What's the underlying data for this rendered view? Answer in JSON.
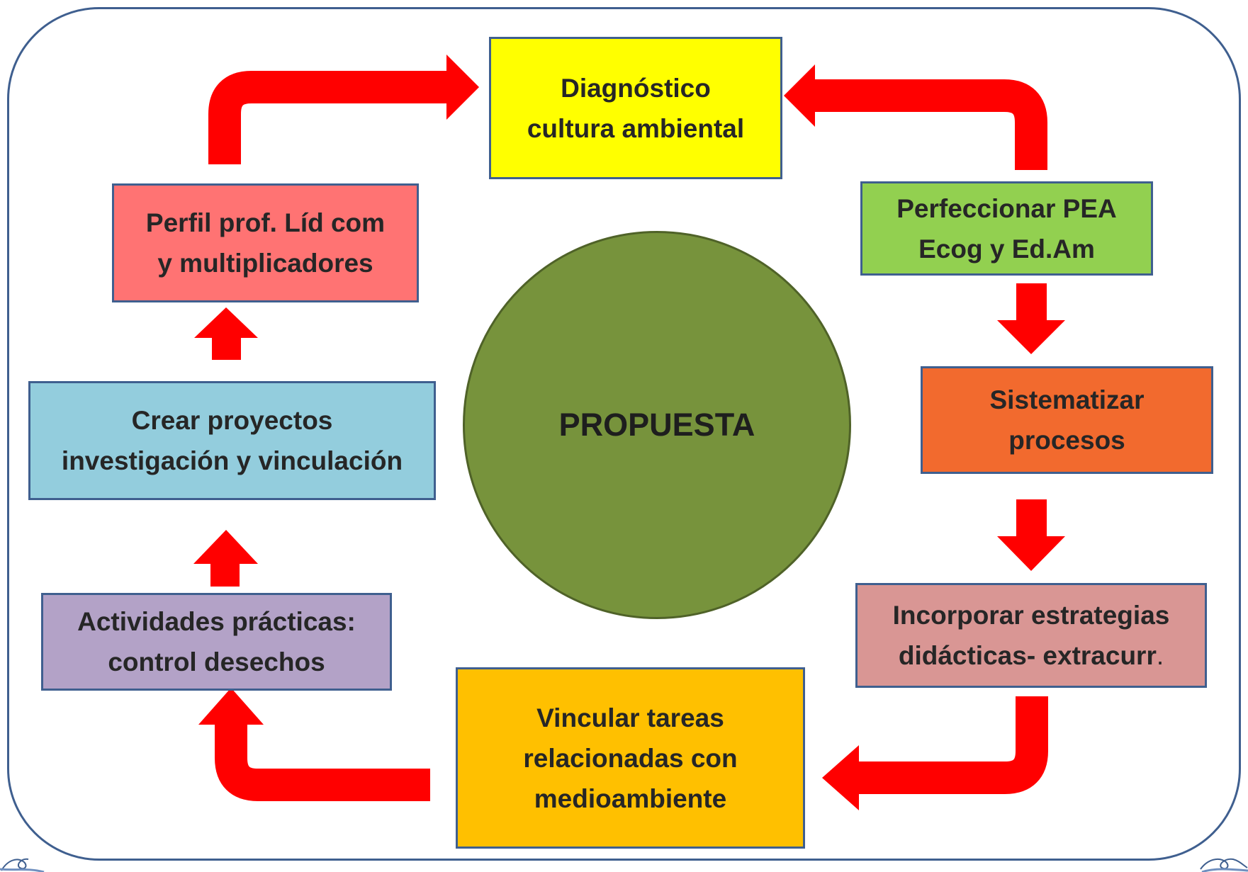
{
  "center": {
    "label": "PROPUESTA"
  },
  "nodes": {
    "diagnostico": {
      "line1": "Diagnóstico",
      "line2": "cultura ambiental",
      "color": "#ffff00"
    },
    "perfeccionar": {
      "line1": "Perfeccionar PEA",
      "line2": "Ecog y Ed.Am",
      "color": "#92d050"
    },
    "sistematizar": {
      "line1": "Sistematizar",
      "line2": "procesos",
      "color": "#f26a2e"
    },
    "incorporar": {
      "line1": "Incorporar estrategias",
      "line2": "didácticas- extracurr",
      "suffix": ".",
      "color": "#d99694"
    },
    "vincular": {
      "line1": "Vincular tareas",
      "line2": "relacionadas con",
      "line3": "medioambiente",
      "color": "#ffc000"
    },
    "actividades": {
      "line1": "Actividades prácticas:",
      "line2": "control desechos",
      "color": "#b3a2c7"
    },
    "crear": {
      "line1": "Crear proyectos",
      "line2": "investigación y vinculación",
      "color": "#93cddd"
    },
    "perfil": {
      "line1": "Perfil prof. Líd com",
      "line2": "y multiplicadores",
      "color": "#ff7373"
    }
  },
  "colors": {
    "arrow": "#ff0000",
    "frame": "#3f5f8f",
    "circle": "#77933c"
  }
}
